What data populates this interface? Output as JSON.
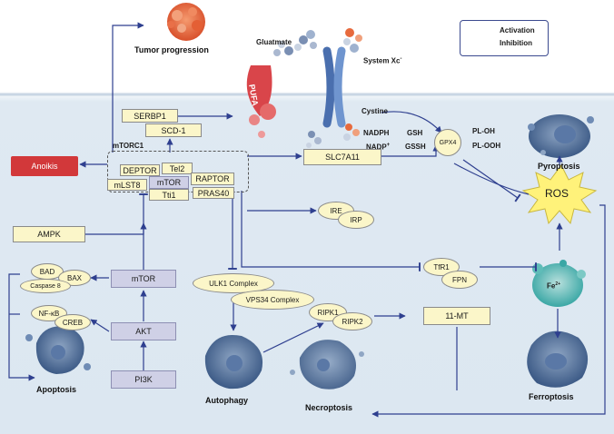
{
  "legend": {
    "activation": "Activation",
    "inhibition": "Inhibition"
  },
  "outcomes": {
    "tumor_progression": "Tumor progression",
    "pyroptosis": "Pyroptosis",
    "apoptosis": "Apoptosis",
    "autophagy": "Autophagy",
    "necroptosis": "Necroptosis",
    "ferroptosis": "Ferroptosis",
    "anoikis": "Anoikis"
  },
  "membrane": {
    "glutamate": "Gluatmate",
    "system_xc": "System Xc",
    "system_xc_sup": "-",
    "cystine": "Cystine",
    "pufa": "PUFA"
  },
  "redox": {
    "nadph": "NADPH",
    "nadp": "NADP",
    "nadp_sup": "+",
    "gsh": "GSH",
    "gssh": "GSSH",
    "gpx4": "GPX4",
    "pl_oh": "PL-OH",
    "pl_ooh": "PL-OOH",
    "ros": "ROS",
    "fe": "Fe",
    "fe_sup": "2+"
  },
  "mtorc1": {
    "title": "mTORC1",
    "deptor": "DEPTOR",
    "tel2": "Tel2",
    "mlst8": "mLST8",
    "mtor": "mTOR",
    "raptor": "RAPTOR",
    "tti1": "Tti1",
    "pras40": "PRAS40"
  },
  "nodes": {
    "serbp1": "SERBP1",
    "scd1": "SCD-1",
    "slc7a11": "SLC7A11",
    "ire": "IRE",
    "irp": "IRP",
    "tfr1": "TfR1",
    "fpn": "FPN",
    "ampk": "AMPK",
    "bad": "BAD",
    "bax": "BAX",
    "caspase8": "Caspase 8",
    "nfkb": "NF-κB",
    "creb": "CREB",
    "mtor": "mTOR",
    "akt": "AKT",
    "pi3k": "PI3K",
    "ulk1": "ULK1 Complex",
    "vps34": "VPS34 Complex",
    "ripk1": "RIPK1",
    "ripk2": "RIPK2",
    "mt11": "11-MT"
  },
  "colors": {
    "arrow": "#2e3f8f",
    "cell_blue": "#3d5f8f",
    "tumor_orange": "#e86a3c",
    "pufa_red": "#d9454a",
    "ros_yellow": "#fff27a",
    "fe_teal": "#3aa7a5"
  }
}
